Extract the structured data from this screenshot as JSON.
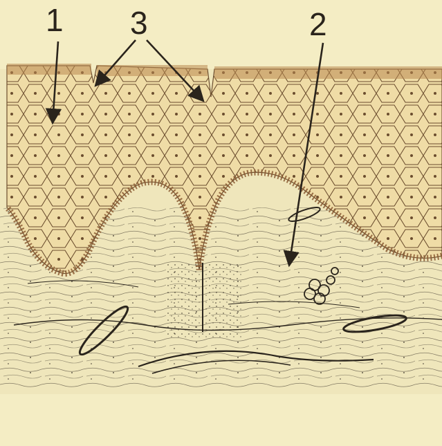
{
  "labels": {
    "one": "1",
    "two": "2",
    "three": "3"
  },
  "colors": {
    "background": "#f4edc4",
    "epidermis_fill": "#efdca6",
    "cell_stroke": "#6b4d2e",
    "dermis_fill": "#efe6bb",
    "ink": "#2a241c",
    "basal_layer": "#8a5a33"
  }
}
